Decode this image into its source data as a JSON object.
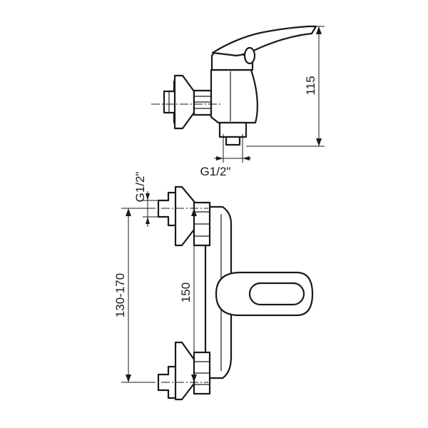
{
  "diagram": {
    "colors": {
      "line": "#1a1a1a",
      "background": "#ffffff"
    },
    "labels": {
      "height": "115",
      "outlet_thread": "G1/2\"",
      "inlet_thread": "G1/2\"",
      "spacing_range": "130-170",
      "spacing_nominal": "150"
    }
  }
}
